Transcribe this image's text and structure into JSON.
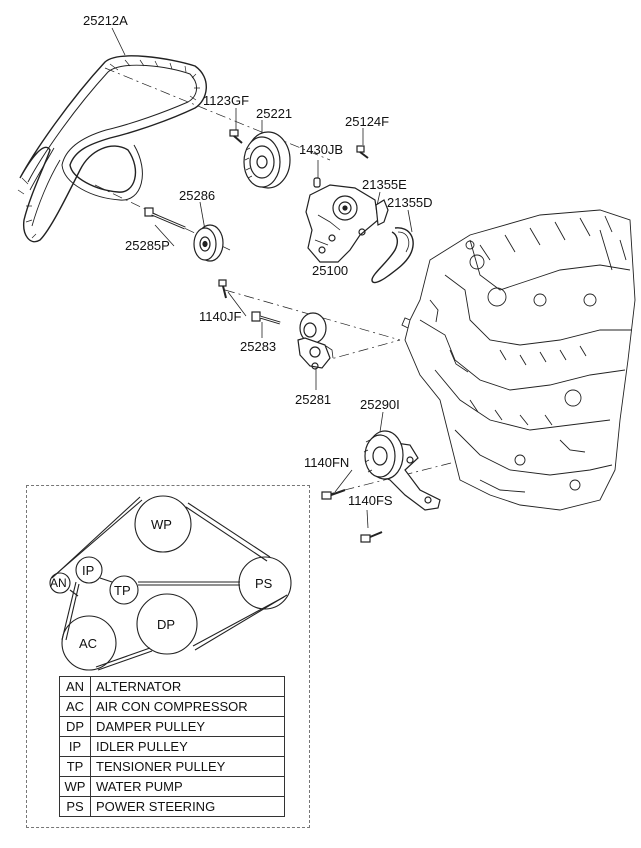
{
  "parts": {
    "belt": "25212A",
    "bolt_1123": "1123GF",
    "pulley_25221": "25221",
    "bolt_25124": "25124F",
    "pin_1430": "1430JB",
    "gasket_21355e": "21355E",
    "gasket_21355d": "21355D",
    "idler_25286": "25286",
    "bolt_25285": "25285P",
    "pump_25100": "25100",
    "bolt_1140jf": "1140JF",
    "bolt_25283": "25283",
    "tensioner_25281": "25281",
    "bracket_25290": "25290I",
    "bolt_1140fn": "1140FN",
    "bolt_1140fs": "1140FS"
  },
  "belt_diagram": {
    "pulleys": {
      "wp": "WP",
      "an": "AN",
      "ip": "IP",
      "tp": "TP",
      "ps": "PS",
      "dp": "DP",
      "ac": "AC"
    }
  },
  "legend": [
    {
      "abbr": "AN",
      "name": "ALTERNATOR"
    },
    {
      "abbr": "AC",
      "name": "AIR CON COMPRESSOR"
    },
    {
      "abbr": "DP",
      "name": "DAMPER PULLEY"
    },
    {
      "abbr": "IP",
      "name": "IDLER PULLEY"
    },
    {
      "abbr": "TP",
      "name": "TENSIONER PULLEY"
    },
    {
      "abbr": "WP",
      "name": "WATER PUMP"
    },
    {
      "abbr": "PS",
      "name": "POWER STEERING"
    }
  ]
}
